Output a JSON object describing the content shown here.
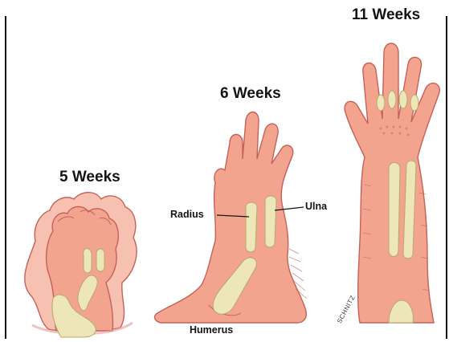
{
  "stages": {
    "week5": "5 Weeks",
    "week6": "6 Weeks",
    "week11": "11 Weeks"
  },
  "labels": {
    "radius": "Radius",
    "ulna": "Ulna",
    "humerus": "Humerus"
  },
  "signature": "SCHNITZ",
  "colors": {
    "skin": "#f3a48e",
    "skin_outline": "#c6605a",
    "bone": "#ede6b8",
    "bone_outline": "#b7a86a",
    "ink": "#141414"
  }
}
